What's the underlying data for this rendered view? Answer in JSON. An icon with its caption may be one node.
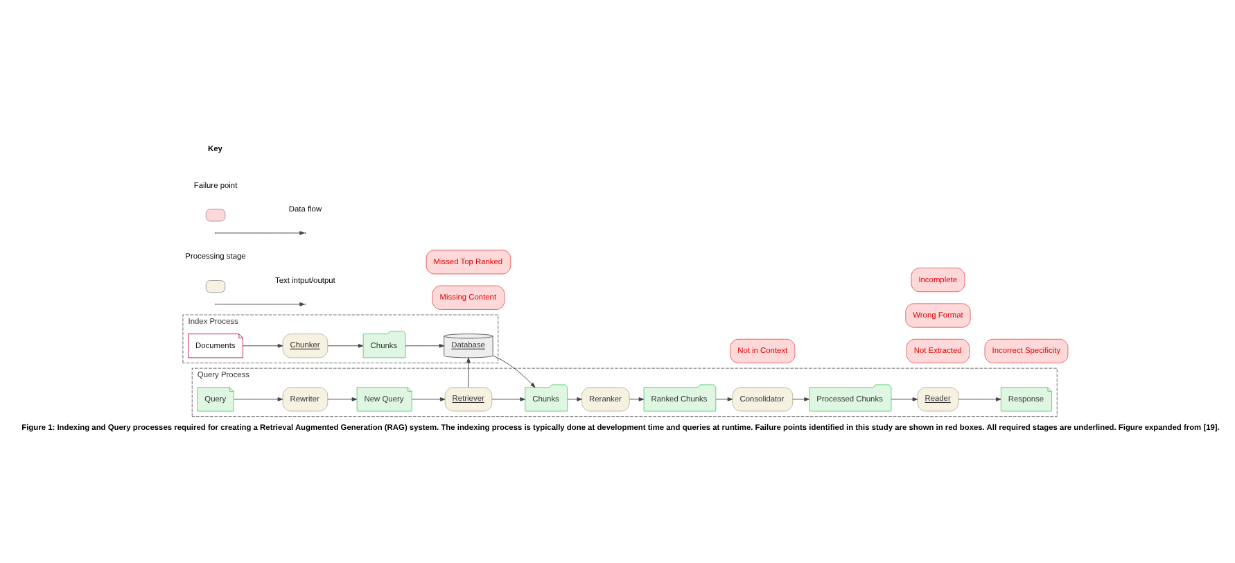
{
  "diagram": {
    "caption": "Figure 1: Indexing and Query processes required for creating a Retrieval Augmented Generation (RAG) system. The indexing process is typically done at development time and queries at runtime. Failure points identified in this study are shown in red boxes. All required stages are underlined. Figure expanded from [19].",
    "nodes": [
      {
        "text": [
          "Index Process"
        ]
      },
      {
        "text": [
          "Documents"
        ],
        "in": 0
      },
      {
        "text": [
          "Chunker"
        ],
        "in": 0
      },
      {
        "text": [
          "Chunks"
        ],
        "in": 0
      },
      {
        "text": [
          "Database"
        ],
        "in": 0
      },
      {
        "text": [
          "Missing Content"
        ]
      },
      {
        "text": [
          "Query Process"
        ]
      },
      {
        "text": [
          "Query"
        ],
        "in": 6
      },
      {
        "text": [
          "Rewriter"
        ],
        "in": 6
      },
      {
        "text": [
          "New Query"
        ],
        "in": 6
      },
      {
        "text": [
          "Retriever"
        ],
        "in": 6
      },
      {
        "text": [
          "Chunks"
        ],
        "in": 6
      },
      {
        "text": [
          "Reranker"
        ],
        "in": 6
      },
      {
        "text": [
          "Ranked Chunks"
        ],
        "in": 6
      },
      {
        "text": [
          "Consolidator"
        ],
        "in": 6
      },
      {
        "text": [
          "Processed Chunks"
        ],
        "in": 6
      },
      {
        "text": [
          "Reader"
        ],
        "in": 6
      },
      {
        "text": [
          "Response"
        ],
        "in": 6
      },
      {
        "text": [
          "Missed Top Ranked"
        ]
      },
      {
        "text": [
          "Not in Context"
        ]
      },
      {
        "text": [
          "Not Extracted"
        ]
      },
      {
        "text": [
          "Wrong Format"
        ]
      },
      {
        "text": [
          "Incomplete"
        ]
      },
      {
        "text": [
          "Incorrect Specificity"
        ]
      }
    ],
    "edges": [
      {
        "from": 1,
        "to": 2,
        "arrow": "to"
      },
      {
        "from": 2,
        "to": 3,
        "arrow": "to"
      },
      {
        "from": 3,
        "to": 4,
        "arrow": "to"
      },
      {
        "from": 10,
        "to": 4,
        "arrow": "to"
      },
      {
        "from": 4,
        "to": 11,
        "arrow": "to"
      },
      {
        "from": 7,
        "to": 8,
        "arrow": "to"
      },
      {
        "from": 8,
        "to": 9,
        "arrow": "to"
      },
      {
        "from": 9,
        "to": 10,
        "arrow": "to"
      },
      {
        "from": 10,
        "to": 11,
        "arrow": "to"
      },
      {
        "from": 11,
        "to": 12,
        "arrow": "to"
      },
      {
        "from": 12,
        "to": 13,
        "arrow": "to"
      },
      {
        "from": 13,
        "to": 14,
        "arrow": "to"
      },
      {
        "from": 14,
        "to": 15,
        "arrow": "to"
      },
      {
        "from": 15,
        "to": 16,
        "arrow": "to"
      },
      {
        "from": 16,
        "to": 17,
        "arrow": "to"
      }
    ],
    "labels": [
      "Key"
    ],
    "legend": [
      {
        "text": "Failure point",
        "color": "#ffd9d9"
      },
      {
        "text": "Data flow"
      },
      {
        "text": "Processing stage",
        "color": "#f6f1e0"
      },
      {
        "text": "Text intput/output"
      }
    ]
  }
}
